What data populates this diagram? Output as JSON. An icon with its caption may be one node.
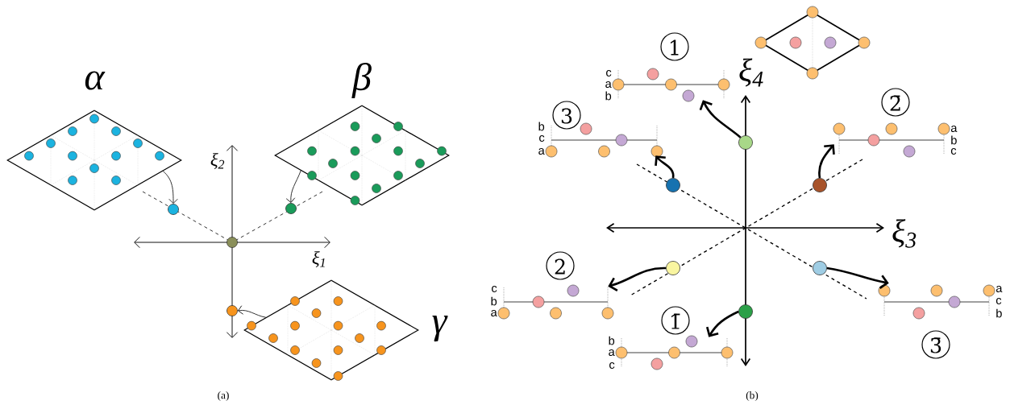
{
  "diagram": {
    "nodes": [
      {
        "text": [
          "α"
        ]
      },
      {
        "text": [
          "β"
        ]
      },
      {
        "text": [],
        "shape": "circle"
      },
      {
        "text": [],
        "shape": "circle"
      },
      {
        "text": [],
        "shape": "circle"
      },
      {
        "text": [
          "γ"
        ]
      },
      {
        "text": [],
        "shape": "circle"
      },
      {
        "text": [],
        "shape": "diamond"
      },
      {
        "text": [
          "1",
          "c",
          "a",
          "b"
        ]
      },
      {
        "text": [
          "3",
          "b",
          "c",
          "a"
        ]
      },
      {
        "text": [],
        "shape": "circle"
      },
      {
        "text": [
          "2̄",
          "a",
          "b",
          "c"
        ]
      },
      {
        "text": [],
        "shape": "circle"
      },
      {
        "text": [],
        "shape": "circle"
      },
      {
        "text": [],
        "shape": "circle"
      },
      {
        "text": [],
        "shape": "circle"
      },
      {
        "text": [
          "2",
          "c",
          "b",
          "a"
        ]
      },
      {
        "text": [],
        "shape": "circle"
      },
      {
        "text": [
          "1̄",
          "b",
          "a",
          "c"
        ]
      },
      {
        "text": [
          "3̄",
          "a",
          "c",
          "b"
        ]
      }
    ],
    "edges": [
      {
        "from": 0,
        "to": 2,
        "arrow": "to"
      },
      {
        "from": 1,
        "to": 3,
        "arrow": "to"
      },
      {
        "from": 5,
        "to": 6,
        "arrow": "to"
      },
      {
        "from": 10,
        "to": 8,
        "arrow": "to"
      },
      {
        "from": 12,
        "to": 9,
        "arrow": "to"
      },
      {
        "from": 13,
        "to": 11,
        "arrow": "to"
      },
      {
        "from": 14,
        "to": 16,
        "arrow": "to"
      },
      {
        "from": 15,
        "to": 19,
        "arrow": "to"
      },
      {
        "from": 17,
        "to": 18,
        "arrow": "to"
      }
    ],
    "labels": [
      "ξ$_{4}$",
      "ξ$_{2}$",
      "ξ$_{3}$",
      "ξ$_{1}$",
      "(a)",
      "(b)"
    ]
  }
}
